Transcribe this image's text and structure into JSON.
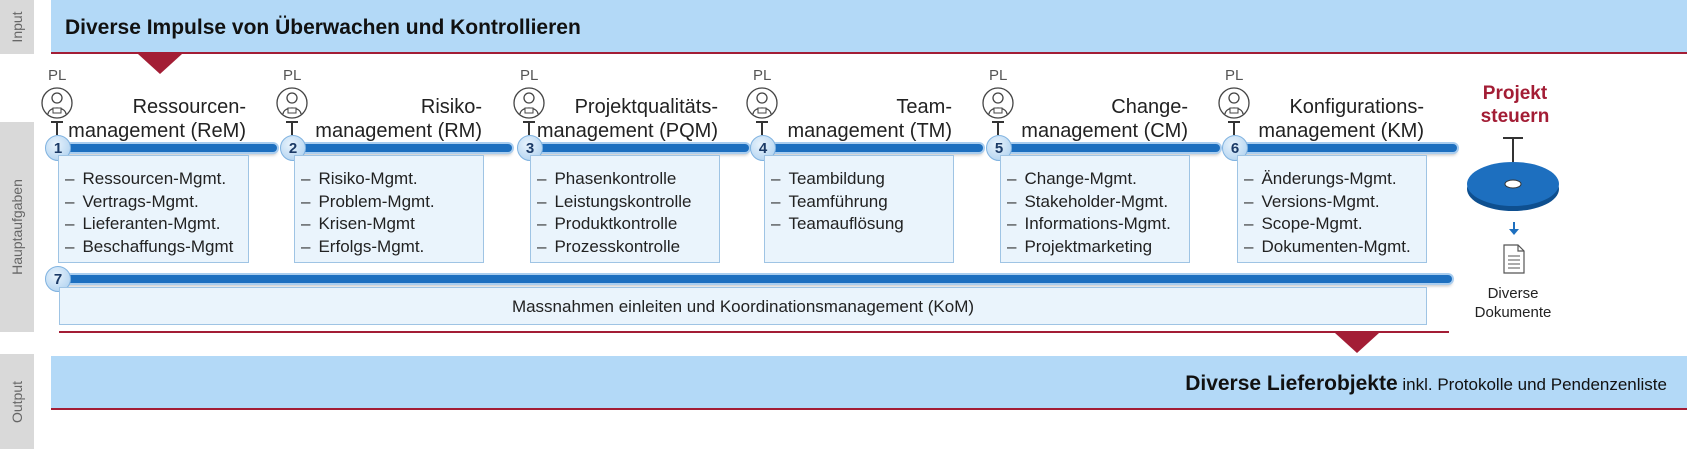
{
  "sidebar": {
    "input_label": "Input",
    "main_label": "Hauptaufgaben",
    "output_label": "Output"
  },
  "input_bar": {
    "title": "Diverse Impulse von Überwachen und Kontrollieren"
  },
  "output_bar": {
    "bold_text": "Diverse Lieferobjekte",
    "rest_text": "inkl. Protokolle und Pendenzenliste"
  },
  "colors": {
    "accent_red": "#a31d35",
    "bar_blue": "#b3d9f7",
    "tube_blue": "#1d6fbf",
    "box_fill": "#eaf4fc"
  },
  "areas": [
    {
      "number": "1",
      "pl": "PL",
      "title_line1": "Ressourcen-",
      "title_line2": "management (ReM)",
      "tasks": [
        "Ressourcen-Mgmt.",
        "Vertrags-Mgmt.",
        "Lieferanten-Mgmt.",
        "Beschaffungs-Mgmt"
      ]
    },
    {
      "number": "2",
      "pl": "PL",
      "title_line1": "Risiko-",
      "title_line2": "management (RM)",
      "tasks": [
        "Risiko-Mgmt.",
        "Problem-Mgmt.",
        "Krisen-Mgmt",
        "Erfolgs-Mgmt."
      ]
    },
    {
      "number": "3",
      "pl": "PL",
      "title_line1": "Projektqualitäts-",
      "title_line2": "management (PQM)",
      "tasks": [
        "Phasenkontrolle",
        "Leistungskontrolle",
        "Produktkontrolle",
        "Prozesskontrolle"
      ]
    },
    {
      "number": "4",
      "pl": "PL",
      "title_line1": "Team-",
      "title_line2": "management (TM)",
      "tasks": [
        "Teambildung",
        "Teamführung",
        "Teamauflösung"
      ]
    },
    {
      "number": "5",
      "pl": "PL",
      "title_line1": "Change-",
      "title_line2": "management (CM)",
      "tasks": [
        "Change-Mgmt.",
        "Stakeholder-Mgmt.",
        "Informations-Mgmt.",
        "Projektmarketing"
      ]
    },
    {
      "number": "6",
      "pl": "PL",
      "title_line1": "Konfigurations-",
      "title_line2": "management (KM)",
      "tasks": [
        "Änderungs-Mgmt.",
        "Versions-Mgmt.",
        "Scope-Mgmt.",
        "Dokumenten-Mgmt."
      ]
    }
  ],
  "coordination": {
    "number": "7",
    "label": "Massnahmen einleiten und Koordinationsmanagement (KoM)"
  },
  "steer": {
    "line1": "Projekt",
    "line2": "steuern",
    "icon": "steering-wheel-icon"
  },
  "docs": {
    "line1": "Diverse",
    "line2": "Dokumente",
    "icon": "document-icon"
  }
}
